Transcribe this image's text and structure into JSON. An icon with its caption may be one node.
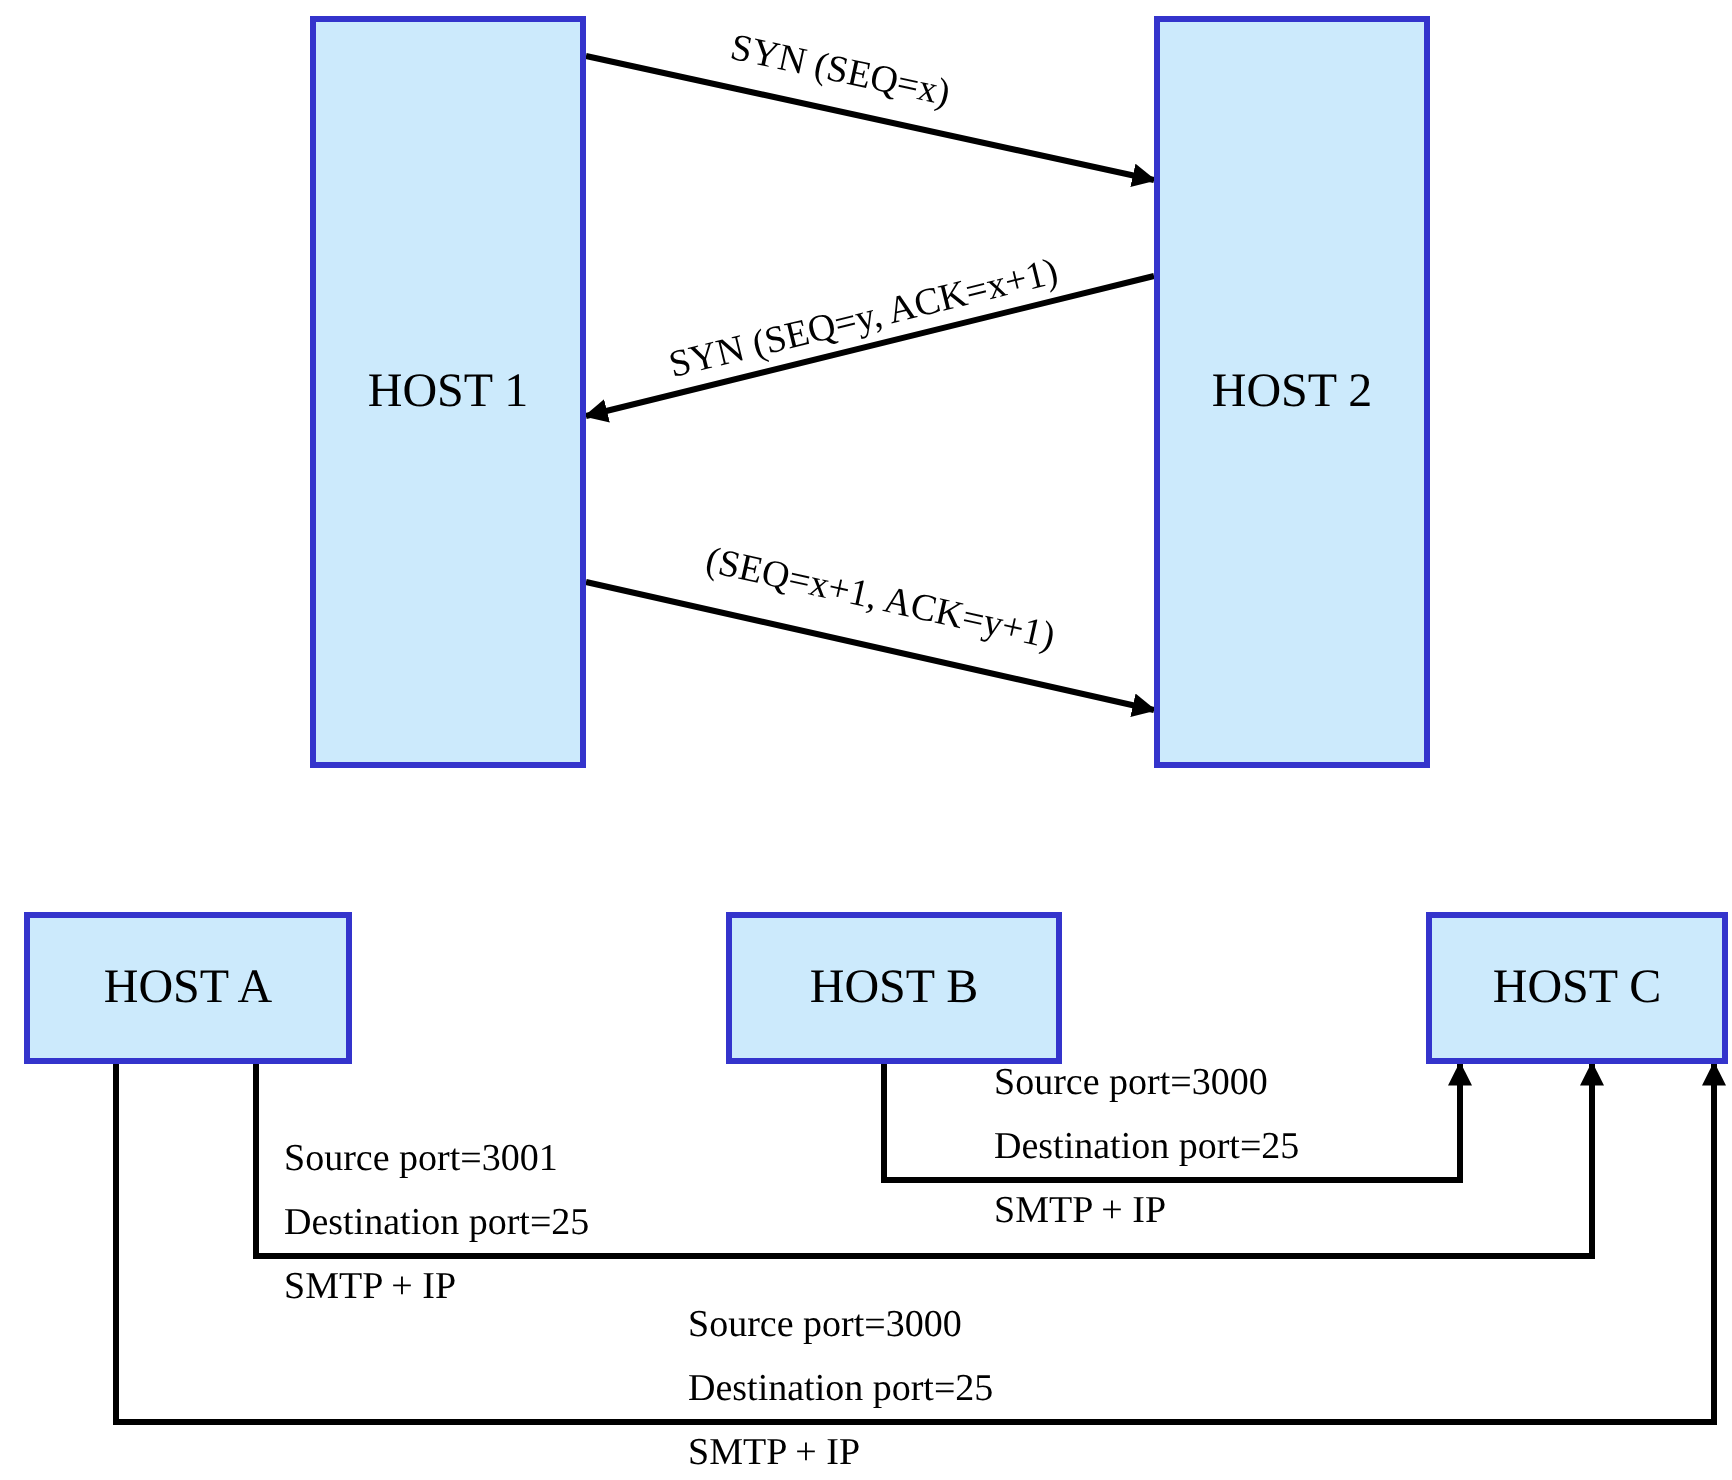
{
  "diagram": {
    "nodes": [
      {
        "text": [
          "HOST 1"
        ]
      },
      {
        "text": [
          "HOST 2"
        ]
      },
      {
        "text": [
          "HOST A"
        ]
      },
      {
        "text": [
          "HOST B"
        ]
      },
      {
        "text": [
          "HOST C"
        ]
      }
    ],
    "edges": [
      {
        "from": 0,
        "to": 1,
        "arrow": "to",
        "label": "SYN (SEQ=x)"
      },
      {
        "from": 1,
        "to": 0,
        "arrow": "to",
        "label": "SYN (SEQ=y, ACK=x+1)"
      },
      {
        "from": 0,
        "to": 1,
        "arrow": "to",
        "label": "(SEQ=x+1, ACK=y+1)"
      },
      {
        "from": 3,
        "to": 4,
        "arrow": "to",
        "label": "Source port=3000 Destination port=25 SMTP + IP"
      },
      {
        "from": 2,
        "to": 4,
        "arrow": "to",
        "label": "Source port=3001 Destination port=25 SMTP + IP"
      },
      {
        "from": 2,
        "to": 4,
        "arrow": "to",
        "label": "Source port=3000 Destination port=25 SMTP + IP"
      }
    ]
  }
}
